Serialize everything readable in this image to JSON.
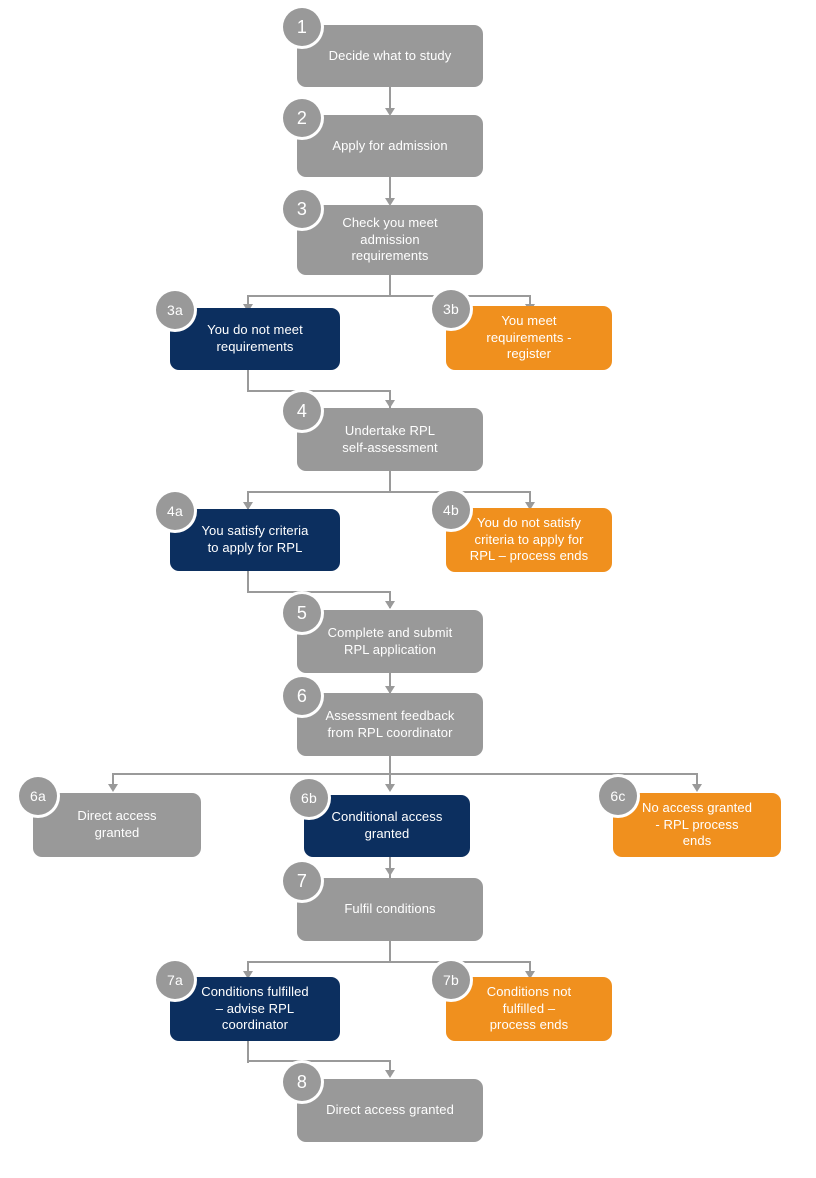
{
  "diagram": {
    "title": "RPL (Recognition of Prior Learning) admission process flowchart",
    "colors": {
      "gray": "#999999",
      "navy": "#0c2f5f",
      "orange": "#f0901e",
      "connector": "#9a9a9a",
      "background": "#ffffff",
      "text": "#ffffff"
    },
    "nodes": [
      {
        "id": "1",
        "badge": "1",
        "label": "Decide  what to study",
        "color": "gray"
      },
      {
        "id": "2",
        "badge": "2",
        "label": "Apply for admission",
        "color": "gray"
      },
      {
        "id": "3",
        "badge": "3",
        "label": "Check you meet\nadmission\nrequirements",
        "color": "gray"
      },
      {
        "id": "3a",
        "badge": "3a",
        "label": "You do not meet\nrequirements",
        "color": "navy"
      },
      {
        "id": "3b",
        "badge": "3b",
        "label": "You meet\nrequirements -\nregister",
        "color": "orange"
      },
      {
        "id": "4",
        "badge": "4",
        "label": "Undertake RPL\nself-assessment",
        "color": "gray"
      },
      {
        "id": "4a",
        "badge": "4a",
        "label": "You satisfy criteria\nto apply for RPL",
        "color": "navy"
      },
      {
        "id": "4b",
        "badge": "4b",
        "label": "You do not satisfy\ncriteria to apply for\nRPL – process ends",
        "color": "orange"
      },
      {
        "id": "5",
        "badge": "5",
        "label": "Complete and submit\nRPL application",
        "color": "gray"
      },
      {
        "id": "6",
        "badge": "6",
        "label": "Assessment feedback\nfrom RPL coordinator",
        "color": "gray"
      },
      {
        "id": "6a",
        "badge": "6a",
        "label": "Direct access\ngranted",
        "color": "gray"
      },
      {
        "id": "6b",
        "badge": "6b",
        "label": "Conditional access\ngranted",
        "color": "navy"
      },
      {
        "id": "6c",
        "badge": "6c",
        "label": "No access granted\n-  RPL process\nends",
        "color": "orange"
      },
      {
        "id": "7",
        "badge": "7",
        "label": "Fulfil conditions",
        "color": "gray"
      },
      {
        "id": "7a",
        "badge": "7a",
        "label": "Conditions fulfilled\n– advise RPL\ncoordinator",
        "color": "navy"
      },
      {
        "id": "7b",
        "badge": "7b",
        "label": "Conditions not\nfulfilled –\nprocess ends",
        "color": "orange"
      },
      {
        "id": "8",
        "badge": "8",
        "label": "Direct access granted",
        "color": "gray"
      }
    ]
  }
}
